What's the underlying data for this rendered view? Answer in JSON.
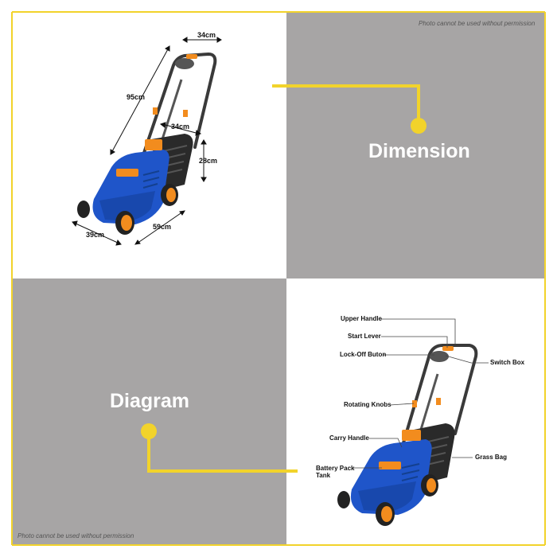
{
  "watermark": "Photo cannot be used without permission",
  "headings": {
    "dimension": "Dimension",
    "diagram": "Diagram"
  },
  "dimensions": {
    "handle_width": "34cm",
    "height": "95cm",
    "deck_width": "34cm",
    "bag_height": "28cm",
    "wheel_width": "39cm",
    "length": "59cm"
  },
  "parts": {
    "upper_handle": "Upper Handle",
    "start_lever": "Start Lever",
    "lock_off_button": "Lock-Off Buton",
    "switch_box": "Switch Box",
    "rotating_knobs": "Rotating Knobs",
    "carry_handle": "Carry Handle",
    "grass_bag": "Grass Bag",
    "battery_pack_line1": "Battery Pack",
    "battery_pack_line2": "Tank"
  },
  "colors": {
    "accent_yellow": "#f2d32b",
    "panel_gray": "#a7a5a5",
    "mower_blue": "#1f55c9",
    "mower_orange": "#f28c1e",
    "mower_dark": "#2a2a2a"
  }
}
